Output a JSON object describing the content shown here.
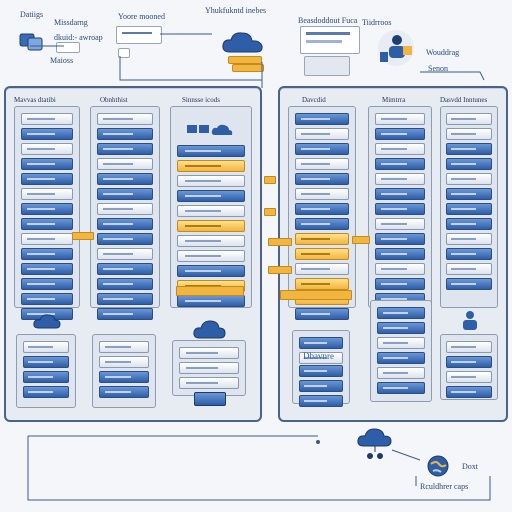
{
  "top_labels": {
    "tl_1": "Datiigs",
    "tl_2": "Missdarng",
    "tl_3": "dkuid:- awroap",
    "tl_4": "Maioss",
    "tc_1": "Yoore mooned",
    "tc_2": "Yhukfukntd inebes",
    "tr_1": "Beasdoddout Fuca",
    "tr_2": "Tiidrroos",
    "tr_3": "Wouddrag",
    "tr_4": "Senon"
  },
  "column_headers": {
    "c1": "Mavvas dtatibi",
    "c2": "Obnhthist",
    "c3": "Sinnsse icods",
    "c4": "Davcdid",
    "c5": "Mimtrra",
    "c6": "Dasvdd Inntunes"
  },
  "mid_labels": {
    "devices": "Dbavnre"
  },
  "bottom_labels": {
    "dot": "Doxt",
    "footer": "Rculdhrer caps"
  },
  "colors": {
    "accent_blue": "#2f5ea8",
    "accent_yellow": "#f2b640",
    "frame": "#4d6288"
  }
}
